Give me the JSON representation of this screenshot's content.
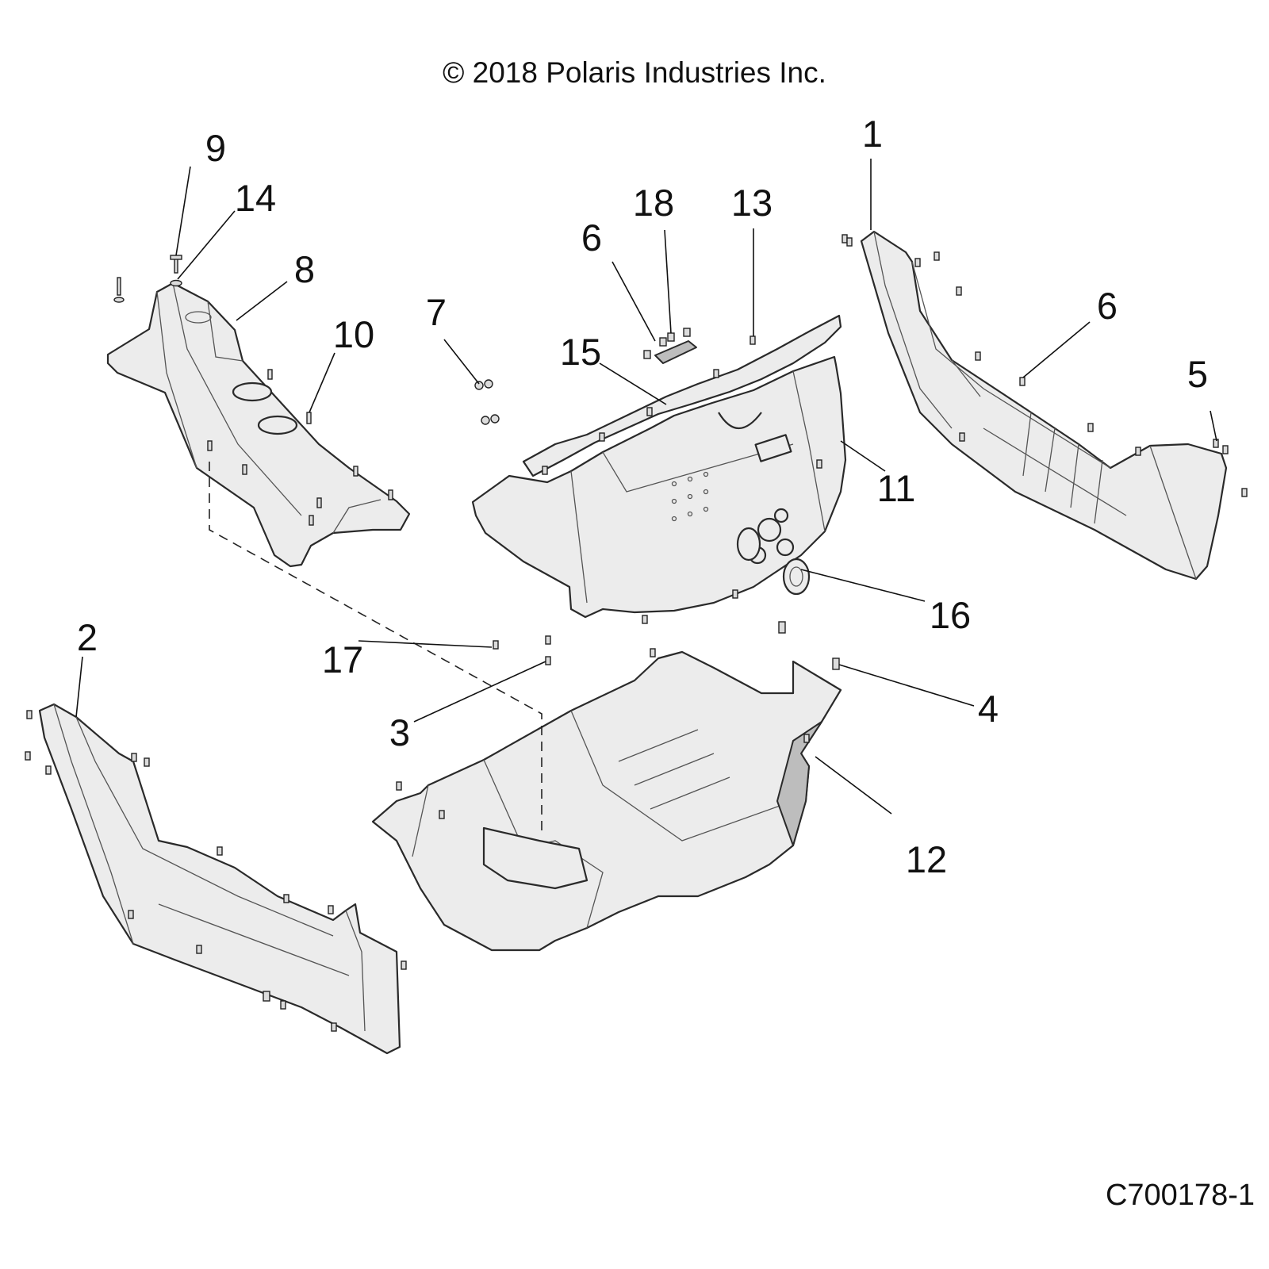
{
  "copyright": "© 2018 Polaris Industries Inc.",
  "drawing_number": "C700178-1",
  "callouts": [
    {
      "id": "c1",
      "label": "1"
    },
    {
      "id": "c2",
      "label": "2"
    },
    {
      "id": "c3",
      "label": "3"
    },
    {
      "id": "c4",
      "label": "4"
    },
    {
      "id": "c5",
      "label": "5"
    },
    {
      "id": "c6a",
      "label": "6"
    },
    {
      "id": "c6b",
      "label": "6"
    },
    {
      "id": "c7",
      "label": "7"
    },
    {
      "id": "c8",
      "label": "8"
    },
    {
      "id": "c9",
      "label": "9"
    },
    {
      "id": "c10",
      "label": "10"
    },
    {
      "id": "c11",
      "label": "11"
    },
    {
      "id": "c12",
      "label": "12"
    },
    {
      "id": "c13",
      "label": "13"
    },
    {
      "id": "c14",
      "label": "14"
    },
    {
      "id": "c15",
      "label": "15"
    },
    {
      "id": "c16",
      "label": "16"
    },
    {
      "id": "c17",
      "label": "17"
    },
    {
      "id": "c18",
      "label": "18"
    }
  ]
}
